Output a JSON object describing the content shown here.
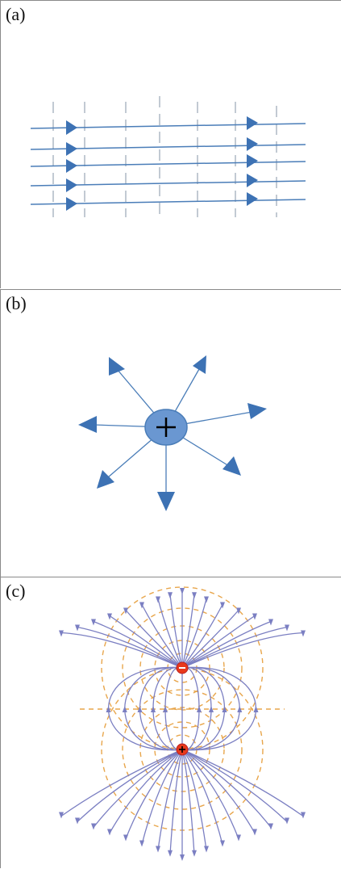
{
  "panels": [
    {
      "label": "(a)"
    },
    {
      "label": "(b)"
    },
    {
      "label": "(c)"
    }
  ],
  "charges": {
    "positive_symbol": "+",
    "negative_symbol": "−"
  },
  "colors": {
    "line_blue": "#4a7db8",
    "arrow_blue": "#3d72b4",
    "charge_fill": "#6a97d1",
    "dashed_gray": "#9aa6b6",
    "field_purple": "#7b7fc2",
    "equipotential_orange": "#e8a64c",
    "charge_red": "#e8391b"
  }
}
